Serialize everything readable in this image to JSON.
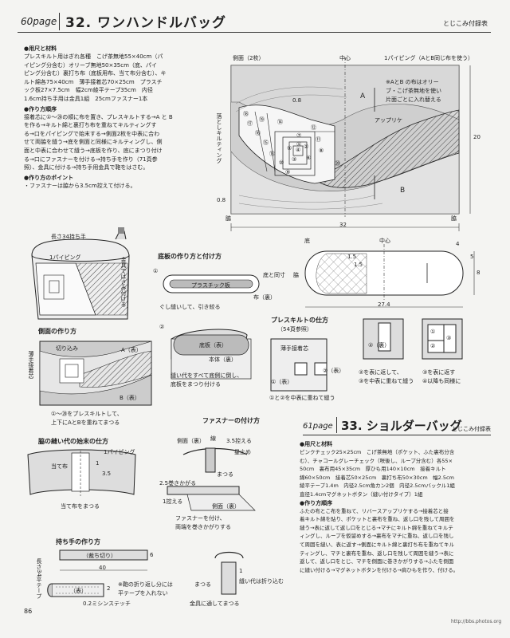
{
  "header": {
    "page": "60page",
    "title": "32. ワンハンドルバッグ",
    "tag": "とじこみ付録表"
  },
  "materials": {
    "heading": "●用尺と材料",
    "lines": [
      "プレスキルト用はぎれ各種　こげ茶無地55×40cm（パ",
      "イピング分含む）オリーブ無地50×35cm（底、パイ",
      "ピング分含む）裏打ち布（底板用布、当て布分含む）、キ",
      "ルト綿各75×40cm　薄手接着芯70×25cm　プラスチ",
      "ック板27×7.5cm　幅2cm綾平テープ35cm　内径",
      "1.6cm持ち手用は金具1組　25cmファスナー1本"
    ]
  },
  "procedure": {
    "heading": "●作り方順序",
    "lines": [
      "接着芯に①〜⑳の順に布を置き、プレスキルトする→A と B",
      "を作る→キルト綿と裏打ち布を重ねてキルティングす",
      "る→口をパイピングで始末する→側面2枚を中表に合わ",
      "せて両脇を縫う→底を側面と同様にキルティングし、側",
      "面と中表に合わせて縫う→底板を作り、底にまつり付け",
      "る→口にファスナーを付ける→持ち手を作り（71頁参",
      "照）、金具に付ける→持ち手用金具で鞄をはさむ。"
    ]
  },
  "point": {
    "heading": "●作り方のポイント",
    "lines": [
      "・ファスナーは脇から3.5cm控えて付ける。"
    ]
  },
  "side_panel": {
    "title": "側面（2枚）",
    "center": "中心",
    "piping_note": "1パイピング（AとB同じ布を使う）",
    "note_lines": [
      "※AとB の布はオリー",
      "ブ・こげ茶無地を使い",
      "片面ごとに入れ替える"
    ],
    "label_a": "A",
    "label_b": "B",
    "applique": "アップリケ",
    "quilting": "落としキルティング",
    "dim_08_a": "0.8",
    "dim_08_b": "0.8",
    "dim_20": "20",
    "dim_32": "32",
    "side_label": "脇",
    "numbers": [
      "⑱",
      "⑰",
      "⑯",
      "⑮",
      "⑭",
      "⑬",
      "⑫",
      "⑪",
      "⑩",
      "⑨",
      "⑧",
      "⑦",
      "⑥",
      "⑤",
      "④",
      "③",
      "②",
      "①",
      "⑲",
      "⑳"
    ]
  },
  "bag_sketch": {
    "handle": "長さ34持ち手",
    "piping": "1パイピング",
    "hardware": "金具ではさみ付ける"
  },
  "base_board": {
    "title": "底板の作り方と付け方",
    "step1": "①",
    "step2": "②",
    "plastic": "プラスチック板",
    "same_size": "底と同寸",
    "cloth_back": "布（裏）",
    "gather": "ぐし縫いして、引き絞る",
    "base_back": "底板（表）",
    "body_back": "本体（裏）",
    "note_lines": [
      "縫い代をすべて底側に倒し、",
      "底板をまつり付ける"
    ]
  },
  "bottom_panel": {
    "title": "底",
    "center": "中心",
    "dim_4": "4",
    "dim_5": "5",
    "dim_8": "8",
    "dim_15a": "1.5",
    "dim_15b": "1.5",
    "dim_274": "27.4",
    "side": "脇"
  },
  "side_howto": {
    "title": "側面の作り方",
    "cut": "切り込み",
    "a_label": "A（表）",
    "b_label": "B（表）",
    "interfacing": "薄手接着芯",
    "caption_lines": [
      "①〜⑳をプレスキルトして、",
      "上下にAとBを重ねてまつる"
    ]
  },
  "press_quilt": {
    "title": "プレスキルトの仕方",
    "ref": "（54頁参照）",
    "interfacing": "薄手接着芯",
    "piece1": "①（表）",
    "piece2": "②（表）",
    "back2": "②（裏）",
    "cap1": "①と②を中表に重ねて縫う",
    "cap2_lines": [
      "②を表に返して、",
      "③を中表に重ねて縫う"
    ],
    "cap3_lines": [
      "③を表に返す",
      "④以降も同様に"
    ],
    "n1": "①",
    "n2": "②",
    "n3": "③"
  },
  "seam_end": {
    "title": "脇の縫い代の始末の仕方",
    "piping": "1パイピング",
    "patch": "当て布",
    "dim_1": "1",
    "dim_35": "3.5",
    "caption": "当て布をまつる"
  },
  "zipper": {
    "title": "ファスナーの付け方",
    "side_back": "側面（裏）",
    "line": "線",
    "keep": "3.5控える",
    "stop": "星止め",
    "matsuru": "まつる",
    "fold": "2.5巻きかがる",
    "keep1": "1控える",
    "side_back2": "側面（裏）",
    "note_lines": [
      "ファスナーを付け、",
      "両端を巻きかがりする"
    ]
  },
  "handle": {
    "title": "持ち手の作り方",
    "strip": "（裁ち切り）",
    "dim_6": "6",
    "dim_40": "40",
    "length_note": "長さ34平テープ",
    "back": "（表）",
    "dim_2": "2",
    "stitch": "0.2ミシンステッチ",
    "note_lines": [
      "※鞄の折り返し分には",
      "平テープを入れない"
    ],
    "matsuru": "まつる",
    "dim_1": "1",
    "fold_in": "縫い代は折り込む",
    "hardware": "金具に通してまつる"
  },
  "next": {
    "page": "61page",
    "title": "33. ショルダーバッグ",
    "tag": "とじこみ付録表",
    "materials_heading": "●用尺と材料",
    "materials": [
      "ピンクチェック25×25cm　こげ茶無地（ポケット、ふた裏布分含",
      "む）、チャコールグレーチェック（咲後し、ループ分含む）各55×",
      "50cm　裏布用45×35cm　厚ひも用140×10cm　接着キルト",
      "綿60×50cm　接着芯50×25cm　裏打ち布50×30cm　幅2.5cm",
      "綾平テープ1.4m　内径2.5cm角カン2個　内径2.5cmバックル1組",
      "直径1.4cmマグネットボタン（縫い付けタイプ）1組"
    ],
    "procedure_heading": "●作り方順序",
    "procedure": [
      "ふたの布とこ布を重ねて、リバースアップリケする→接着芯と接",
      "着キルト綿を貼り、ポケットと裏布を重ね、返し口を残して周囲を",
      "縫う→表に返して返し口をとじる→マチにキルト綿を重ねてキルテ",
      "ィングし、ループを仮留めする→裏布をマチに重ね、返し口を残し",
      "て周囲を縫い、表に返す→側面にキルト綿と裏打ち布を重ねてキル",
      "ティングし、マチと裏布を重ね、返し口を残して周囲を縫う→表に",
      "返して、返し口をとじ、マチを側面に巻きかがりする→ふたを側面",
      "に縫い付ける→マグネットボタンを付ける→肩ひもを作り、付ける。"
    ]
  },
  "footer": {
    "page": "86",
    "url": "http://bbs.photos.org"
  }
}
